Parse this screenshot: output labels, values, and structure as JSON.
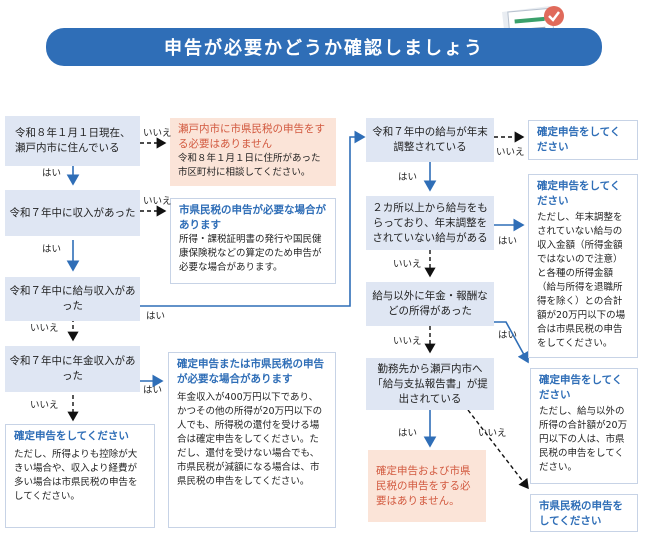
{
  "title": "申告が必要かどうか確認しましょう",
  "colors": {
    "accent": "#2f6eb7",
    "question_bg": "#dfe6f3",
    "notice_bg": "#fbe4d8",
    "notice_text": "#d2593f"
  },
  "labels": {
    "yes": "はい",
    "no": "いいえ"
  },
  "questions": {
    "q1": "令和８年１月１日現在、瀬戸内市に住んでいる",
    "q2": "令和７年中に収入があった",
    "q3": "令和７年中に給与収入があった",
    "q4": "令和７年中に年金収入があった",
    "q5": "令和７年中の給与が年末調整されている",
    "q6": "２カ所以上から給与をもらっており、年末調整をされていない給与がある",
    "q7": "給与以外に年金・報酬などの所得があった",
    "q8": "勤務先から瀬戸内市へ「給与支払報告書」が提出されている"
  },
  "results": {
    "r_not_city": {
      "title": "瀬戸内市に市県民税の申告をする必要はありません",
      "body": "令和８年１月１日に住所があった市区町村に相談してください。"
    },
    "r_no_income": {
      "title": "市県民税の申告が必要な場合があります",
      "body": "所得・課税証明書の発行や国民健康保険税などの算定のため申告が必要な場合があります。"
    },
    "r_pension": {
      "title": "確定申告または市県民税の申告が必要な場合があります",
      "body": "年金収入が400万円以下であり、かつその他の所得が20万円以下の人でも、所得税の還付を受ける場合は確定申告をしてください。ただし、還付を受けない場合でも、市県民税が減額になる場合は、市県民税の申告をしてください。"
    },
    "r_bottom_left": {
      "title": "確定申告をしてください",
      "body": "ただし、所得よりも控除が大きい場合や、収入より経費が多い場合は市県民税の申告をしてください。"
    },
    "r_top_right": {
      "title": "確定申告をしてください"
    },
    "r_mid_right": {
      "title": "確定申告をしてください",
      "body": "ただし、年末調整をされていない給与の収入金額（所得金額ではないので注意）と各種の所得金額（給与所得を退職所得を除く）との合計額が20万円以下の場合は市県民税の申告をしてください。"
    },
    "r_low_right": {
      "title": "確定申告をしてください",
      "body": "ただし、給与以外の所得の合計額が20万円以下の人は、市県民税の申告をしてください。"
    },
    "r_no_need": {
      "title": "確定申告および市県民税の申告をする必要はありません。"
    },
    "r_city": {
      "title": "市県民税の申告をしてください"
    }
  }
}
